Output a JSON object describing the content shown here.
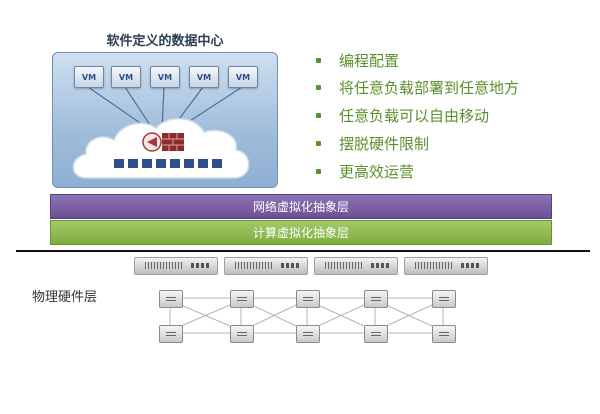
{
  "sddc": {
    "title": "软件定义的数据中心",
    "vm_labels": [
      "VM",
      "VM",
      "VM",
      "VM",
      "VM"
    ]
  },
  "benefits": [
    "编程配置",
    "将任意负载部署到任意地方",
    "任意负载可以自由移动",
    "摆脱硬件限制",
    "更高效运营"
  ],
  "layers": {
    "network": "网络虚拟化抽象层",
    "compute": "计算虚拟化抽象层"
  },
  "hardware": {
    "label": "物理硬件层"
  },
  "colors": {
    "bullet_green": "#5b8f2c",
    "network_purple": "#6b4f96",
    "compute_green": "#7fac3e",
    "sddc_blue": "#9fbcda"
  },
  "icons": [
    "vm-icon",
    "cloud-icon",
    "firewall-icon",
    "network-port-icon",
    "server-icon",
    "switch-icon"
  ]
}
